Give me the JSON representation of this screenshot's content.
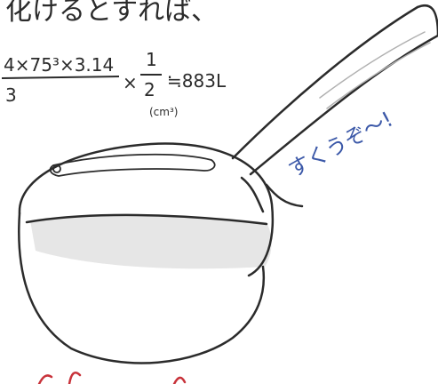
{
  "heading_partial": "化けるとすれば、",
  "formula": {
    "numerator": "4×75³×3.14",
    "denominator": "3",
    "multiplier": "×",
    "half_numerator": "1",
    "half_denominator": "2",
    "unit": "(cm³)",
    "approx": "≒883L"
  },
  "scoop_note": "すくうぞ〜!",
  "colors": {
    "ink": "#2b2b2b",
    "blue_ink": "#3b58a8",
    "red_ink": "#c8323a",
    "liquid": "#e6e6e6"
  }
}
